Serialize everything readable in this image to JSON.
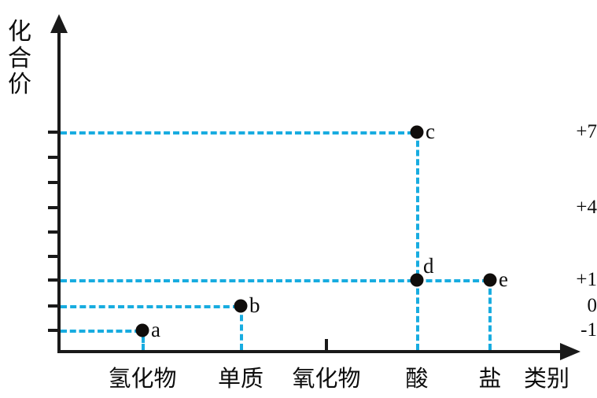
{
  "chart_data": {
    "type": "scatter",
    "title": "",
    "xlabel": "类别",
    "ylabel": "化合价",
    "grid": false,
    "legend": "none",
    "categories": [
      "氢化物",
      "单质",
      "氧化物",
      "酸",
      "盐"
    ],
    "y_tick_labels": [
      "+7",
      "+4",
      "+1",
      "0",
      "-1"
    ],
    "y_ticks_all": [
      "+7",
      "+6",
      "+5",
      "+4",
      "+3",
      "+2",
      "+1",
      "0",
      "-1"
    ],
    "ylim": [
      -1,
      8
    ],
    "points": [
      {
        "label": "a",
        "category": "氢化物",
        "value": -1
      },
      {
        "label": "b",
        "category": "单质",
        "value": 0
      },
      {
        "label": "c",
        "category": "酸",
        "value": 7
      },
      {
        "label": "d",
        "category": "酸",
        "value": 1
      },
      {
        "label": "e",
        "category": "盐",
        "value": 1
      }
    ],
    "guide_color": "#18ace0",
    "point_color": "#100d0b",
    "axis_color": "#1a1a1a"
  },
  "axes": {
    "y_title_chars": [
      "化",
      "合",
      "价"
    ],
    "x_title": "类别"
  },
  "y_labels": {
    "p7": "+7",
    "p4": "+4",
    "p1": "+1",
    "zero": "0",
    "m1": "-1"
  },
  "categories": {
    "hydride": "氢化物",
    "element": "单质",
    "oxide": "氧化物",
    "acid": "酸",
    "salt": "盐"
  },
  "point_labels": {
    "a": "a",
    "b": "b",
    "c": "c",
    "d": "d",
    "e": "e"
  }
}
